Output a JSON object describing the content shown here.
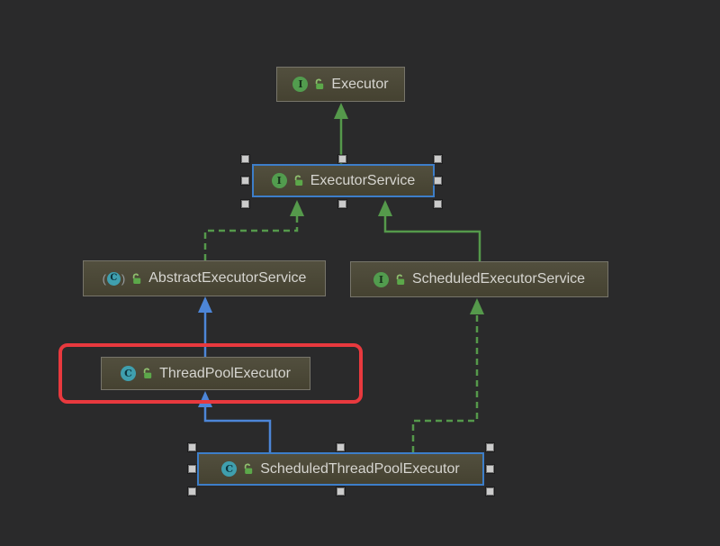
{
  "diagram": {
    "title": "Java Executor class hierarchy (UML class diagram)",
    "nodes": [
      {
        "id": "executor",
        "label": "Executor",
        "kind": "interface",
        "icon_letter": "I",
        "modifier": "public",
        "selected": false,
        "highlighted": false
      },
      {
        "id": "executor-service",
        "label": "ExecutorService",
        "kind": "interface",
        "icon_letter": "I",
        "modifier": "public",
        "selected": true,
        "highlighted": false
      },
      {
        "id": "abstract-executor-service",
        "label": "AbstractExecutorService",
        "kind": "abstract-class",
        "icon_letter": "C",
        "modifier": "public",
        "selected": false,
        "highlighted": false
      },
      {
        "id": "scheduled-executor-service",
        "label": "ScheduledExecutorService",
        "kind": "interface",
        "icon_letter": "I",
        "modifier": "public",
        "selected": false,
        "highlighted": false
      },
      {
        "id": "thread-pool-executor",
        "label": "ThreadPoolExecutor",
        "kind": "class",
        "icon_letter": "C",
        "modifier": "public",
        "selected": false,
        "highlighted": true
      },
      {
        "id": "scheduled-thread-pool-executor",
        "label": "ScheduledThreadPoolExecutor",
        "kind": "class",
        "icon_letter": "C",
        "modifier": "public",
        "selected": true,
        "highlighted": false
      }
    ],
    "abstract_markers": {
      "open": "(",
      "close": ")"
    },
    "edges": [
      {
        "from": "ExecutorService",
        "to": "Executor",
        "type": "extends",
        "style": "solid-green"
      },
      {
        "from": "AbstractExecutorService",
        "to": "ExecutorService",
        "type": "implements",
        "style": "dashed-green"
      },
      {
        "from": "ScheduledExecutorService",
        "to": "ExecutorService",
        "type": "extends",
        "style": "solid-green"
      },
      {
        "from": "ThreadPoolExecutor",
        "to": "AbstractExecutorService",
        "type": "extends",
        "style": "solid-blue"
      },
      {
        "from": "ScheduledThreadPoolExecutor",
        "to": "ThreadPoolExecutor",
        "type": "extends",
        "style": "solid-blue"
      },
      {
        "from": "ScheduledThreadPoolExecutor",
        "to": "ScheduledExecutorService",
        "type": "implements",
        "style": "dashed-green"
      }
    ],
    "annotation": {
      "shape": "rounded-rectangle",
      "color": "#e8393e",
      "target": "ThreadPoolExecutor"
    },
    "colors": {
      "bg": "#2a2a2b",
      "node-bg-top": "#524f3e",
      "node-bg-bottom": "#454231",
      "node-border": "#77756a",
      "select-blue": "#3d7ec9",
      "edge-green": "#55994b",
      "edge-blue": "#4d86d8",
      "annotation-red": "#e8393e",
      "text": "#d6d5d0",
      "interface-green": "#529c4e",
      "class-teal": "#3f9fae",
      "lock-body": "#5ca84a",
      "lock-shackle": "#8fbe6e",
      "handle-bg": "#cbcbcb",
      "handle-border": "#6f6f6f"
    }
  }
}
